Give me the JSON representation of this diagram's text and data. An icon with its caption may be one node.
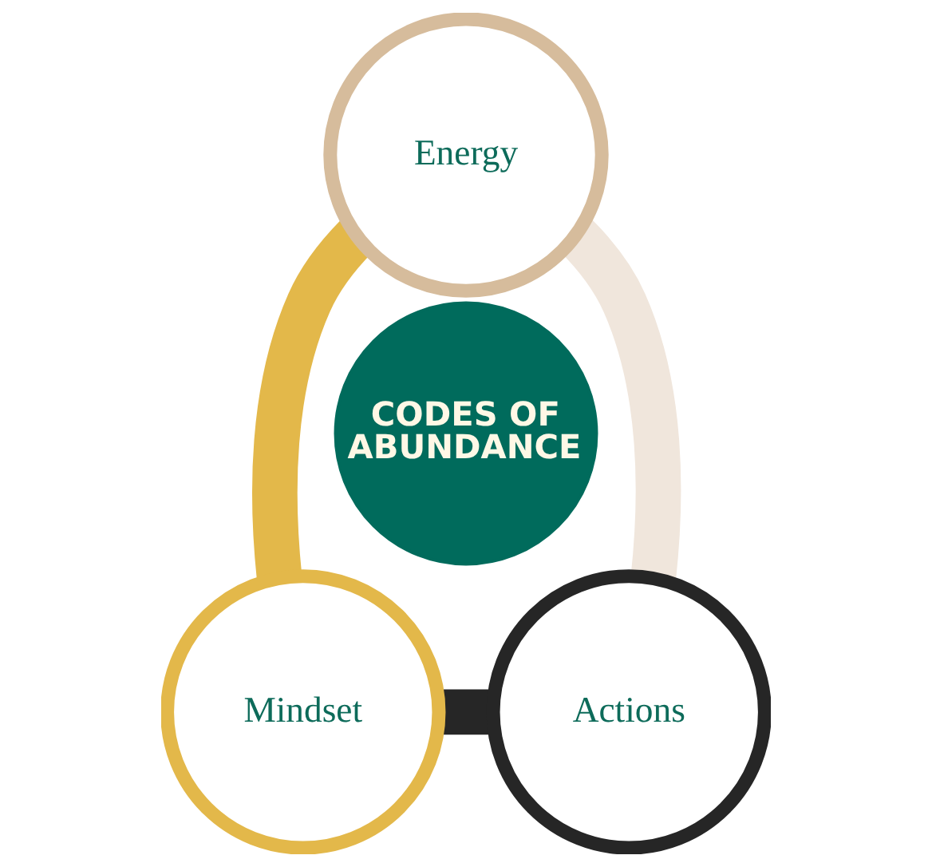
{
  "diagram": {
    "nodes": [
      {
        "text": [
          "Energy"
        ]
      },
      {
        "text": [
          "CODES OF ABUNDANCE"
        ]
      },
      {
        "text": [
          "Mindset"
        ]
      },
      {
        "text": [
          "Actions"
        ]
      }
    ],
    "edges": [
      {
        "from": 0,
        "to": 2,
        "arrow": "none",
        "color": "#e3b84a"
      },
      {
        "from": 0,
        "to": 3,
        "arrow": "none",
        "color": "#f0e6dc"
      },
      {
        "from": 2,
        "to": 3,
        "arrow": "none",
        "color": "#262626"
      }
    ]
  }
}
